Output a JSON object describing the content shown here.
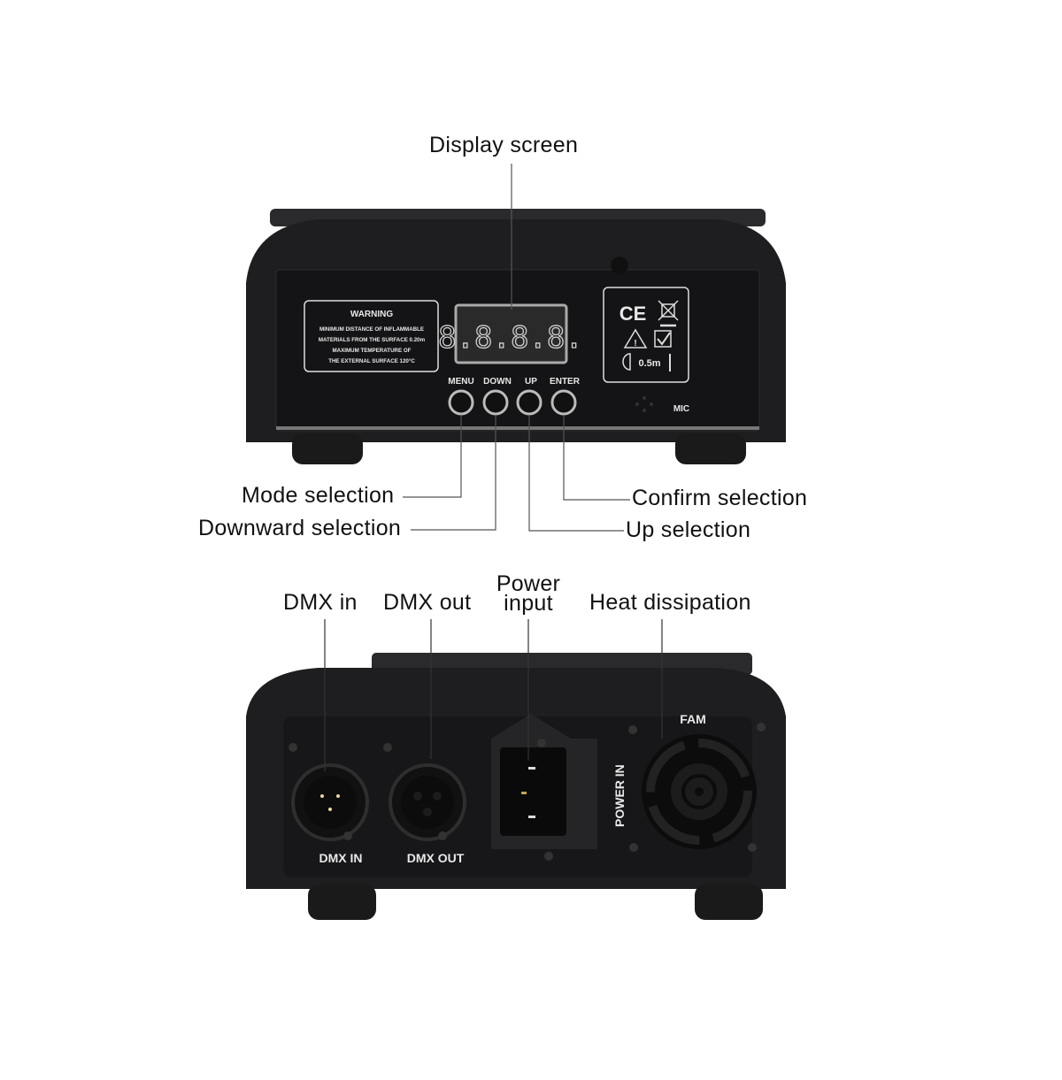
{
  "front_view": {
    "callouts": {
      "display_screen": "Display screen",
      "mode_selection": "Mode selection",
      "downward_selection": "Downward selection",
      "confirm_selection": "Confirm selection",
      "up_selection": "Up selection"
    },
    "panel": {
      "warning_title": "WARNING",
      "warning_lines": [
        "MINIMUM DISTANCE OF INFLAMMABLE",
        "MATERIALS FROM THE SURFACE 0.20m",
        "MAXIMUM TEMPERATURE OF",
        "THE EXTERNAL SURFACE 120°C"
      ],
      "display_value": "8.8.8.8.",
      "buttons": [
        "MENU",
        "DOWN",
        "UP",
        "ENTER"
      ],
      "cert_ce": "CE",
      "cert_distance": "0.5m",
      "mic_label": "MIC"
    }
  },
  "rear_view": {
    "callouts": {
      "dmx_in": "DMX in",
      "dmx_out": "DMX out",
      "power_input_line1": "Power",
      "power_input_line2": "input",
      "heat_dissipation": "Heat dissipation"
    },
    "panel": {
      "dmx_in_label": "DMX IN",
      "dmx_out_label": "DMX OUT",
      "power_in_label": "POWER IN",
      "fan_label": "FAM"
    }
  },
  "colors": {
    "body": "#1c1c1e",
    "panel": "#151517",
    "text_on_device": "#e8e8e8",
    "callout_line": "#555555"
  }
}
